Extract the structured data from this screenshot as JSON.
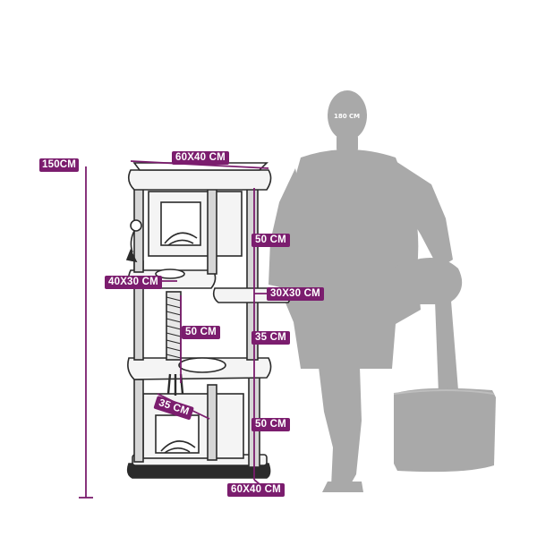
{
  "colors": {
    "accent": "#7b1d6e",
    "silhouette": "#a9a9a9",
    "outline": "#2b2b2b",
    "fill": "#f4f4f4"
  },
  "dimensions": {
    "total_height": "150CM",
    "top_platform": "60X40 CM",
    "upper_post": "50 CM",
    "left_platform": "40X30 CM",
    "right_platform": "30X30 CM",
    "sisal_rope": "50 CM",
    "mid_post": "35 CM",
    "box_depth": "35 CM",
    "lower_post": "50 CM",
    "base": "60X40 CM"
  },
  "human_reference": {
    "height_label": "180 CM"
  }
}
